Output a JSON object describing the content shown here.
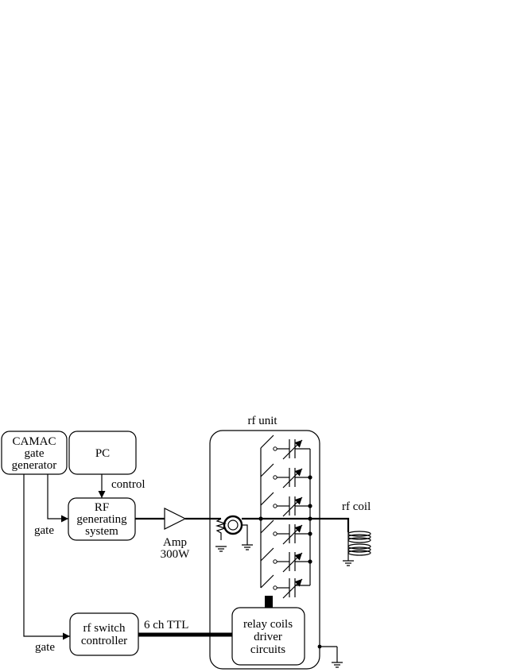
{
  "blocks": {
    "camac": [
      "CAMAC",
      "gate",
      "generator"
    ],
    "pc": "PC",
    "rf_gen": [
      "RF",
      "generating",
      "system"
    ],
    "rf_switch": [
      "rf switch",
      "controller"
    ],
    "relay": [
      "relay coils",
      "driver",
      "circuits"
    ],
    "rf_unit": "rf unit"
  },
  "labels": {
    "control": "control",
    "gate_upper": "gate",
    "gate_lower": "gate",
    "amp": [
      "Amp",
      "300W"
    ],
    "rf_coil": "rf coil",
    "ttl": "6 ch TTL"
  },
  "colors": {
    "line": "#000000",
    "background": "#ffffff"
  }
}
